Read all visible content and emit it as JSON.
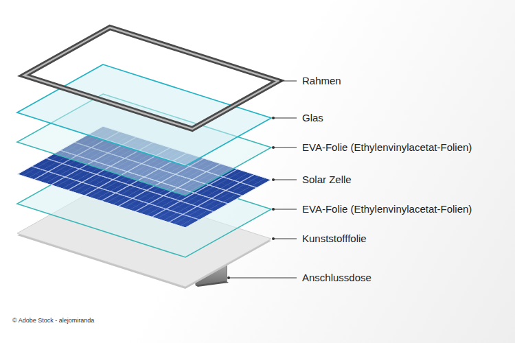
{
  "diagram": {
    "labels": [
      "Rahmen",
      "Glas",
      "EVA-Folie (Ethylenvinylacetat-Folien)",
      "Solar Zelle",
      "EVA-Folie (Ethylenvinylacetat-Folien)",
      "Kunststofffolie",
      "Anschlussdose",
      "© Adobe Stock - alejomiranda"
    ]
  }
}
